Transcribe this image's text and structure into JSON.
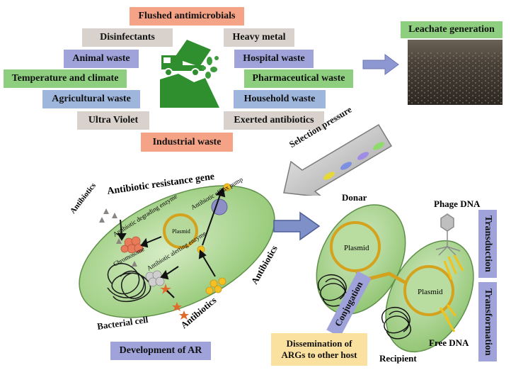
{
  "sources": {
    "flushed": "Flushed antimicrobials",
    "disinfectants": "Disinfectants",
    "heavy_metal": "Heavy metal",
    "animal_waste": "Animal waste",
    "hospital_waste": "Hospital waste",
    "temperature": "Temperature and climate",
    "pharmaceutical": "Pharmaceutical waste",
    "agricultural": "Agricultural waste",
    "household": "Household waste",
    "ultra_violet": "Ultra Violet",
    "exerted": "Exerted antibiotics",
    "industrial": "Industrial waste"
  },
  "leachate": "Leachate generation",
  "selection_pressure": "Selection pressure",
  "cell": {
    "antibiotics_left": "Antibiotics",
    "resistance_gene": "Antibiotic resistance gene",
    "degrading_enzyme": "Antibiotic degrading enzyme",
    "efflux_pump": "Antibiotic efflux pump",
    "plasmid": "Plasmid",
    "altering_enzyme": "Antibiotic alerting enzyme",
    "chromosome": "Chromosome",
    "antibiotics_right": "Antibiotics",
    "antibiotics_bottom": "Antibiotics",
    "bacterial_cell": "Bacterial cell"
  },
  "development": "Development of AR",
  "transfer": {
    "donar": "Donar",
    "phage_dna": "Phage DNA",
    "plasmid_donor": "Plasmid",
    "plasmid_recipient": "Plasmid",
    "transduction": "Transduction",
    "transformation": "Transformation",
    "conjugation": "Conjugation",
    "free_dna": "Free DNA",
    "recipient": "Recipient"
  },
  "dissemination": "Dissemination of ARGs to other host",
  "colors": {
    "orange": "#f4a387",
    "grey": "#d9d2cc",
    "blue": "#9fb6dc",
    "purple": "#9fa3d9",
    "green": "#8ecf7f",
    "yellow": "#fbe1a0"
  }
}
